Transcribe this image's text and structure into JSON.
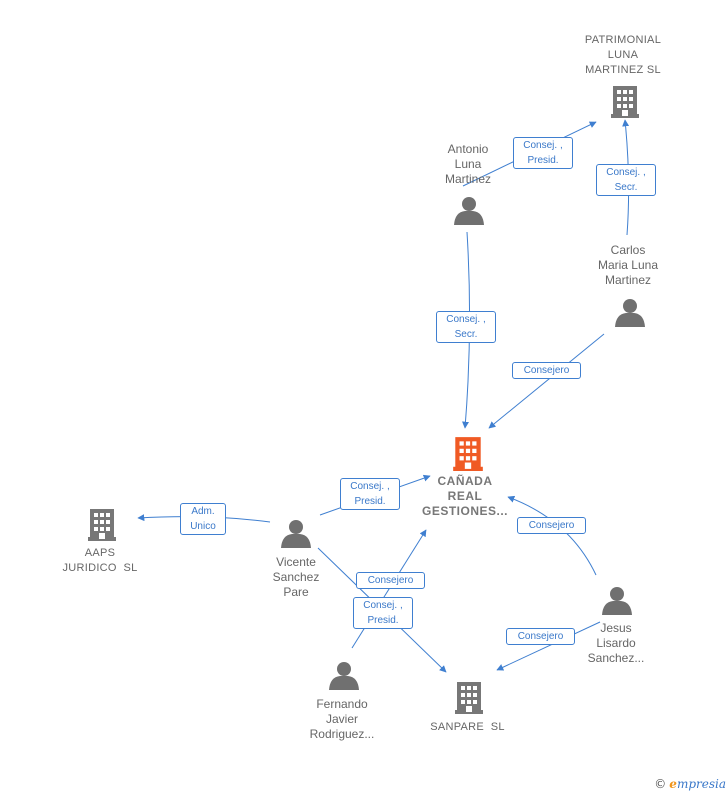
{
  "colors": {
    "edge": "#3f7fd0",
    "person": "#707070",
    "company": "#777777",
    "center": "#f05a24"
  },
  "nodes": {
    "patrimonial": {
      "label": [
        "PATRIMONIAL",
        "LUNA",
        "MARTINEZ SL"
      ],
      "icon": "building-icon"
    },
    "antonio": {
      "label": [
        "Antonio",
        "Luna",
        "Martinez"
      ],
      "icon": "person-icon"
    },
    "carlos": {
      "label": [
        "Carlos",
        "Maria Luna",
        "Martinez"
      ],
      "icon": "person-icon"
    },
    "canada": {
      "label": [
        "CAÑADA",
        "REAL",
        "GESTIONES..."
      ],
      "icon": "building-icon"
    },
    "aaps": {
      "label": [
        "AAPS",
        "JURIDICO  SL"
      ],
      "icon": "building-icon"
    },
    "vicente": {
      "label": [
        "Vicente",
        "Sanchez",
        "Pare"
      ],
      "icon": "person-icon"
    },
    "jesus": {
      "label": [
        "Jesus",
        "Lisardo",
        "Sanchez..."
      ],
      "icon": "person-icon"
    },
    "fernando": {
      "label": [
        "Fernando",
        "Javier",
        "Rodriguez..."
      ],
      "icon": "person-icon"
    },
    "sanpare": {
      "label": [
        "SANPARE  SL"
      ],
      "icon": "building-icon"
    }
  },
  "edge_labels": {
    "antonio_patrimonial": [
      "Consej. ,",
      "Presid."
    ],
    "carlos_patrimonial": [
      "Consej. ,",
      "Secr."
    ],
    "antonio_canada": [
      "Consej. ,",
      "Secr."
    ],
    "carlos_canada": [
      "Consejero"
    ],
    "vicente_canada": [
      "Consej. ,",
      "Presid."
    ],
    "vicente_aaps": [
      "Adm.",
      "Unico"
    ],
    "jesus_canada": [
      "Consejero"
    ],
    "vicente_sanpare": [
      "Consejero"
    ],
    "fernando_canada": [
      "Consej. ,",
      "Presid."
    ],
    "jesus_sanpare": [
      "Consejero"
    ]
  },
  "brand": {
    "copyright": "©",
    "initial": "e",
    "rest": "mpresia"
  }
}
